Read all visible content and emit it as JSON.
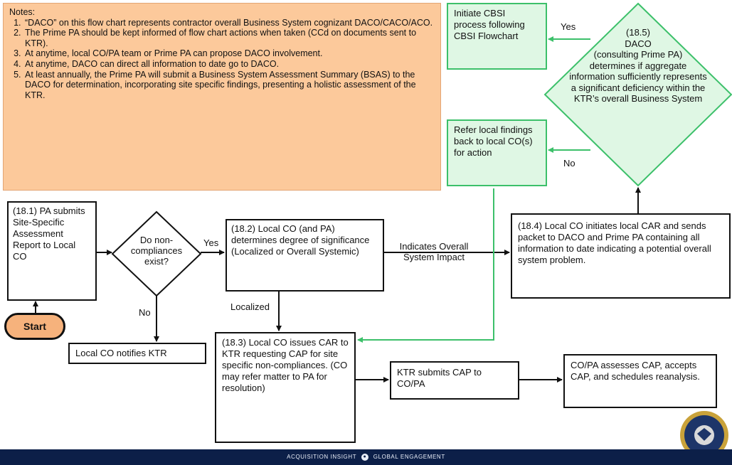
{
  "notes": {
    "title": "Notes:",
    "items": [
      "“DACO” on this flow chart represents contractor overall Business System cognizant DACO/CACO/ACO.",
      "The Prime PA should be kept informed of flow chart actions when taken (CCd on documents  sent to KTR).",
      "At anytime,  local CO/PA team or Prime PA can propose  DACO involvement.",
      "At anytime,  DACO can direct all information to date go to DACO.",
      "At least annually, the Prime PA will submit a Business System Assessment Summary (BSAS) to the DACO for determination, incorporating site specific findings, presenting a holistic assessment  of the KTR."
    ]
  },
  "nodes": {
    "pa_submits": "(18.1) PA submits Site-Specific Assessment Report to Local CO",
    "decision": "Do non-compliances exist?",
    "local_co_significance": "(18.2) Local CO (and PA) determines  degree of significance (Localized or Overall Systemic)",
    "local_co_car": "(18.4) Local CO initiates local CAR and sends packet  to DACO and Prime PA containing all information to date  indicating a potential  overall system  problem.",
    "daco_decision": "(18.5)\nDACO\n(consulting Prime PA)\ndetermines  if aggregate information  sufficiently represents a significant deficiency within the KTR’s overall Business System",
    "cbsi": "Initiate  CBSI process following  CBSI Flowchart",
    "refer_back": "Refer  local findings  back to local CO(s) for action",
    "notifies_ktr": "Local CO notifies KTR",
    "issues_car": "(18.3) Local CO issues CAR to KTR requesting CAP for site specific non-compliances.  (CO may refer matter to PA for resolution)",
    "ktr_submits": "KTR submits  CAP to CO/PA",
    "assesses_cap": "CO/PA assesses  CAP, accepts  CAP, and schedules  reanalysis.",
    "start": "Start"
  },
  "labels": {
    "yes_1": "Yes",
    "no_1": "No",
    "localized": "Localized",
    "overall_impact": "Indicates  Overall\nSystem  Impact",
    "yes_2": "Yes",
    "no_2": "No"
  },
  "footer": {
    "left": "ACQUISITION INSIGHT",
    "right": "GLOBAL ENGAGEMENT"
  },
  "colors": {
    "notes_bg": "#fcc99b",
    "green_accent": "#3cc06a",
    "start_fill": "#f6b27c",
    "footer_bg": "#0c1f48"
  }
}
